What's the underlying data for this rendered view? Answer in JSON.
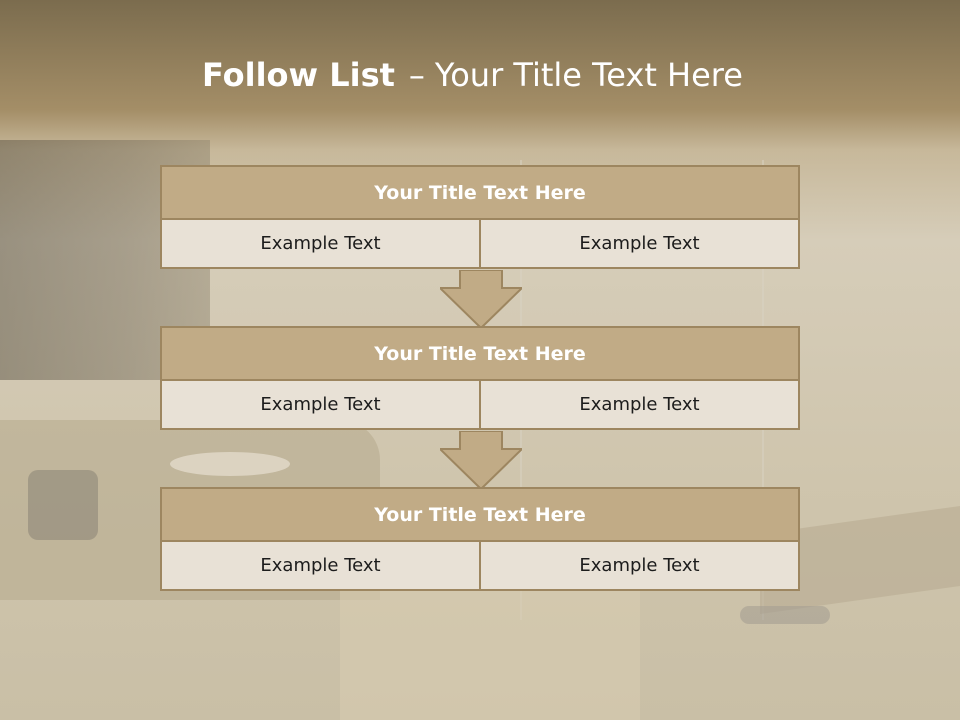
{
  "slide": {
    "title_bold": "Follow List",
    "title_sep": "–",
    "title_rest": "Your Title Text Here"
  },
  "blocks": [
    {
      "title": "Your Title Text Here",
      "left": "Example Text",
      "right": "Example Text"
    },
    {
      "title": "Your Title Text Here",
      "left": "Example Text",
      "right": "Example Text"
    },
    {
      "title": "Your Title Text Here",
      "left": "Example Text",
      "right": "Example Text"
    }
  ],
  "colors": {
    "header_fill": "#c1ab86",
    "border": "#9d8660",
    "cell_fill": "#e8e1d6",
    "arrow_fill": "#c1ab86"
  },
  "icons": [
    "down-arrow-icon"
  ]
}
